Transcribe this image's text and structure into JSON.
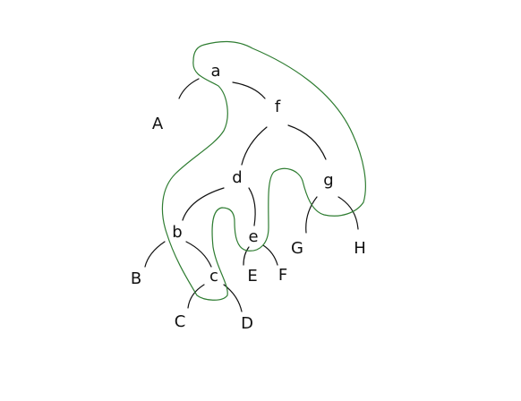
{
  "diagram": {
    "colors": {
      "ink": "#111111",
      "outline": "#2f7d32",
      "background": "#ffffff"
    },
    "internal_nodes": [
      {
        "id": "a",
        "label": "a"
      },
      {
        "id": "f",
        "label": "f"
      },
      {
        "id": "d",
        "label": "d"
      },
      {
        "id": "g",
        "label": "g"
      },
      {
        "id": "b",
        "label": "b"
      },
      {
        "id": "e",
        "label": "e"
      },
      {
        "id": "c",
        "label": "c"
      }
    ],
    "leaves": [
      {
        "id": "A",
        "label": "A"
      },
      {
        "id": "B",
        "label": "B"
      },
      {
        "id": "C",
        "label": "C"
      },
      {
        "id": "D",
        "label": "D"
      },
      {
        "id": "E",
        "label": "E"
      },
      {
        "id": "F",
        "label": "F"
      },
      {
        "id": "G",
        "label": "G"
      },
      {
        "id": "H",
        "label": "H"
      }
    ],
    "edges": [
      [
        "a",
        "A"
      ],
      [
        "a",
        "f"
      ],
      [
        "f",
        "d"
      ],
      [
        "f",
        "g"
      ],
      [
        "d",
        "b"
      ],
      [
        "d",
        "e"
      ],
      [
        "b",
        "B"
      ],
      [
        "b",
        "c"
      ],
      [
        "c",
        "C"
      ],
      [
        "c",
        "D"
      ],
      [
        "e",
        "E"
      ],
      [
        "e",
        "F"
      ],
      [
        "g",
        "G"
      ],
      [
        "g",
        "H"
      ]
    ]
  }
}
